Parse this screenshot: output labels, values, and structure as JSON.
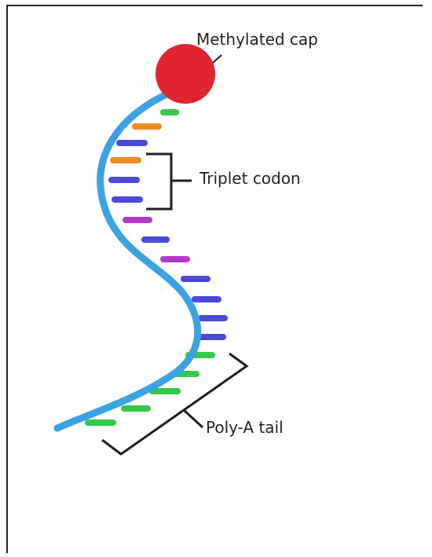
{
  "labels": {
    "cap": "Methylated cap",
    "codon": "Triplet codon",
    "tail": "Poly-A tail"
  },
  "colors": {
    "strand": "#3aa3e3",
    "cap": "#e02530",
    "green": "#35c94a",
    "orange": "#f08a24",
    "blue": "#4a4ad6",
    "magenta": "#b23ac8",
    "bracket": "#1e1e1e"
  },
  "bases": [
    "green",
    "orange",
    "blue",
    "orange",
    "blue",
    "blue",
    "magenta",
    "blue",
    "magenta",
    "blue",
    "blue",
    "blue",
    "blue",
    "green",
    "green",
    "green",
    "green",
    "green"
  ]
}
